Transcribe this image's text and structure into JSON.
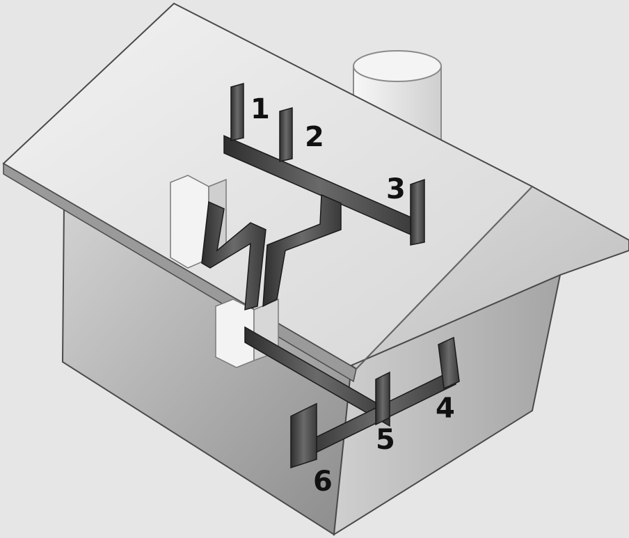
{
  "diagram": {
    "labels": {
      "one": "1",
      "two": "2",
      "three": "3",
      "four": "4",
      "five": "5",
      "six": "6"
    },
    "colors": {
      "pipe_dark": "#3a3a3a",
      "pipe_mid": "#6e6e6e",
      "pipe_light": "#bdbdbd",
      "house_light": "#eeeeee",
      "house_mid": "#c9c9c9",
      "house_dark": "#8f8f8f"
    }
  }
}
